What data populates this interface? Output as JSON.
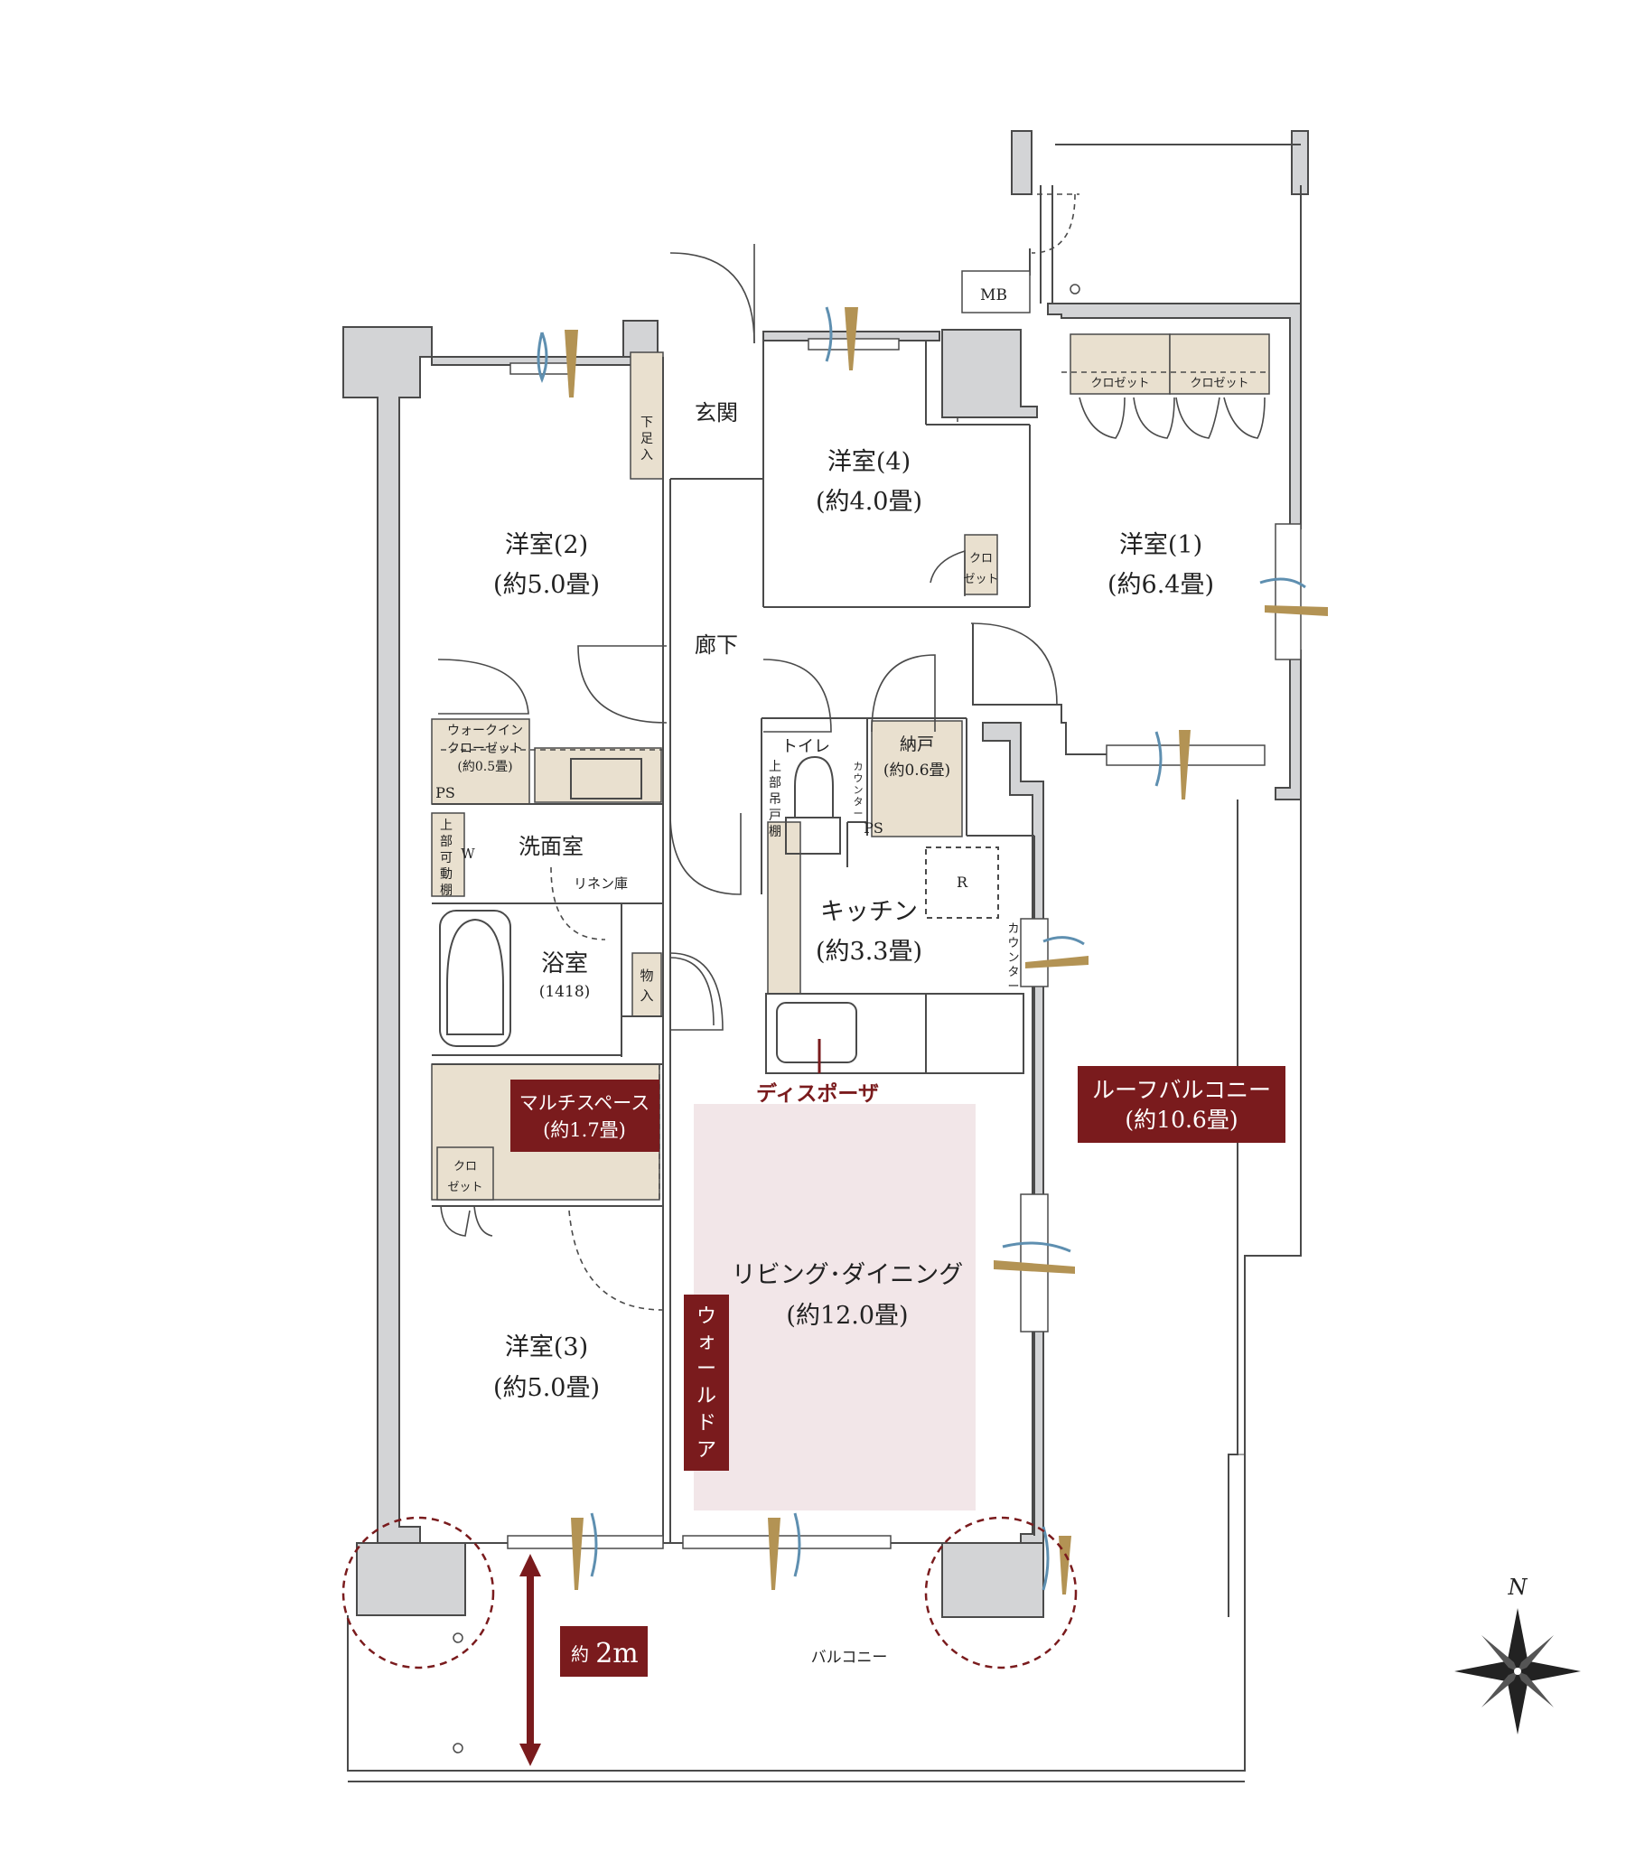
{
  "rooms": {
    "western1": {
      "name": "洋室(1)",
      "size": "(約6.4畳)"
    },
    "western2": {
      "name": "洋室(2)",
      "size": "(約5.0畳)"
    },
    "western3": {
      "name": "洋室(3)",
      "size": "(約5.0畳)"
    },
    "western4": {
      "name": "洋室(4)",
      "size": "(約4.0畳)"
    },
    "kitchen": {
      "name": "キッチン",
      "size": "(約3.3畳)"
    },
    "living": {
      "name": "リビング･ダイニング",
      "size": "(約12.0畳)"
    },
    "bath": {
      "name": "浴室",
      "size": "(1418)"
    },
    "washroom": "洗面室",
    "toilet": "トイレ",
    "storage": {
      "name": "納戸",
      "size": "(約0.6畳)"
    },
    "entrance": "玄関",
    "hallway": "廊下",
    "walkin": {
      "line1": "ウォークイン",
      "line2": "クローゼット",
      "line3": "(約0.5畳)"
    },
    "multi": {
      "name": "マルチスペース",
      "size": "(約1.7畳)"
    },
    "roof_balcony": {
      "name": "ルーフバルコニー",
      "size": "(約10.6畳)"
    },
    "balcony": "バルコニー"
  },
  "fixtures": {
    "closet": "クロゼット",
    "closet_top": "クロ",
    "closet_bottom": "ゼット",
    "mb": "MB",
    "ps": "PS",
    "fridge": "R",
    "linen": "リネン庫",
    "goods_1": "物",
    "goods_2": "入",
    "shoes": [
      "下",
      "足",
      "入"
    ],
    "upper_shelf": [
      "上",
      "部",
      "吊",
      "戸",
      "棚"
    ],
    "movable_shelf": [
      "上",
      "部",
      "可",
      "動",
      "棚"
    ],
    "washer": "W",
    "counter": [
      "カ",
      "ウ",
      "ン",
      "タ",
      "ー"
    ],
    "disposer": "ディスポーザ",
    "wall_door": [
      "ウ",
      "ォ",
      "ー",
      "ル",
      "ド",
      "ア"
    ]
  },
  "dimension": {
    "prefix": "約",
    "value": "2m"
  },
  "compass": "N",
  "colors": {
    "wall": "#d3d4d6",
    "line": "#4a4a4a",
    "storage": "#e9e0cf",
    "living_area": "#f2e6e8",
    "label_bg": "#7a1b1d",
    "window_gold": "#b39354",
    "window_blue": "#5e8fb0"
  }
}
